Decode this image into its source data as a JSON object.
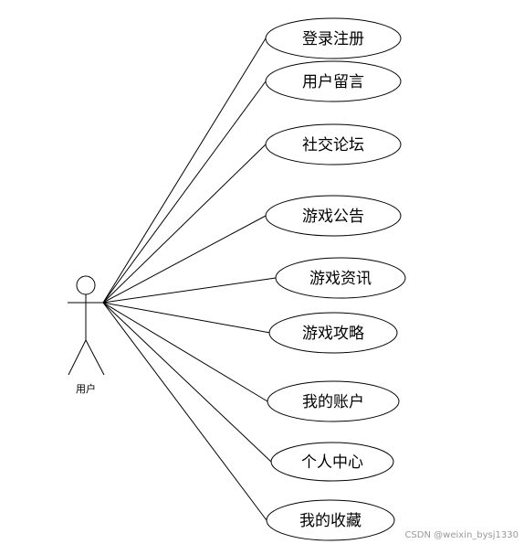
{
  "actor": {
    "label": "用户"
  },
  "use_cases": [
    {
      "label": "登录注册"
    },
    {
      "label": "用户留言"
    },
    {
      "label": "社交论坛"
    },
    {
      "label": "游戏公告"
    },
    {
      "label": "游戏资讯"
    },
    {
      "label": "游戏攻略"
    },
    {
      "label": "我的账户"
    },
    {
      "label": "个人中心"
    },
    {
      "label": "我的收藏"
    }
  ],
  "watermark": "CSDN @weixin_bysj1330"
}
